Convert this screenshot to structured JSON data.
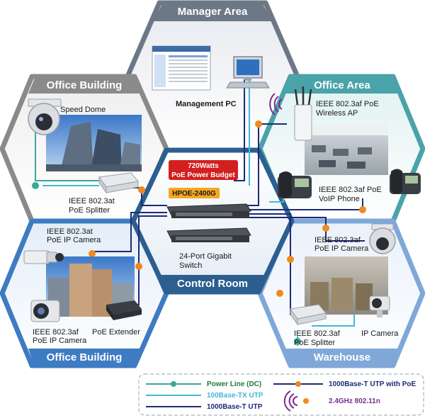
{
  "areas": {
    "manager": "Manager Area",
    "office_building_top": "Office Building",
    "office_area": "Office Area",
    "control_room": "Control Room",
    "office_building_bottom": "Office Building",
    "warehouse": "Warehouse"
  },
  "devices": {
    "management_pc": "Management PC",
    "speed_dome": "Speed Dome",
    "splitter_top_l1": "IEEE 802.3at",
    "splitter_top_l2": "PoE Splitter",
    "wireless_ap_l1": "IEEE 802.3af PoE",
    "wireless_ap_l2": "Wireless AP",
    "voip_l1": "IEEE 802.3af PoE",
    "voip_l2": "VoIP Phone",
    "power_budget_l1": "720Watts",
    "power_budget_l2": "PoE Power Budget",
    "model": "HPOE-2400G",
    "switch_l1": "24-Port Gigabit",
    "switch_l2": "Switch",
    "ipcam_at_l1": "IEEE 802.3at",
    "ipcam_at_l2": "PoE IP Camera",
    "ipcam_af_bl_l1": "IEEE 802.3af",
    "ipcam_af_bl_l2": "PoE IP Camera",
    "poe_extender": "PoE Extender",
    "ipcam_af_wh_l1": "IEEE 802.3af",
    "ipcam_af_wh_l2": "PoE IP Camera",
    "splitter_wh_l1": "IEEE 802.3af",
    "splitter_wh_l2": "PoE Splitter",
    "ip_camera": "IP Camera"
  },
  "legend": {
    "power_line": "Power Line (DC)",
    "fast_utp": "100Base-TX UTP",
    "gig_utp": "1000Base-T UTP",
    "gig_poe": "1000Base-T UTP with PoE",
    "wifi": "2.4GHz 802.11n"
  },
  "colors": {
    "manager": "#6d7886",
    "office_top": "#8a8a8a",
    "office_area": "#4aa3a8",
    "control_room": "#2c5f8f",
    "office_bottom": "#3d7bc2",
    "warehouse": "#7fa8d9",
    "power_line": "#3aa89a",
    "fast_utp": "#45b8d6",
    "gig_utp": "#1e2a78",
    "poe_marker": "#f08a1c",
    "wifi": "#7a2c8c"
  }
}
